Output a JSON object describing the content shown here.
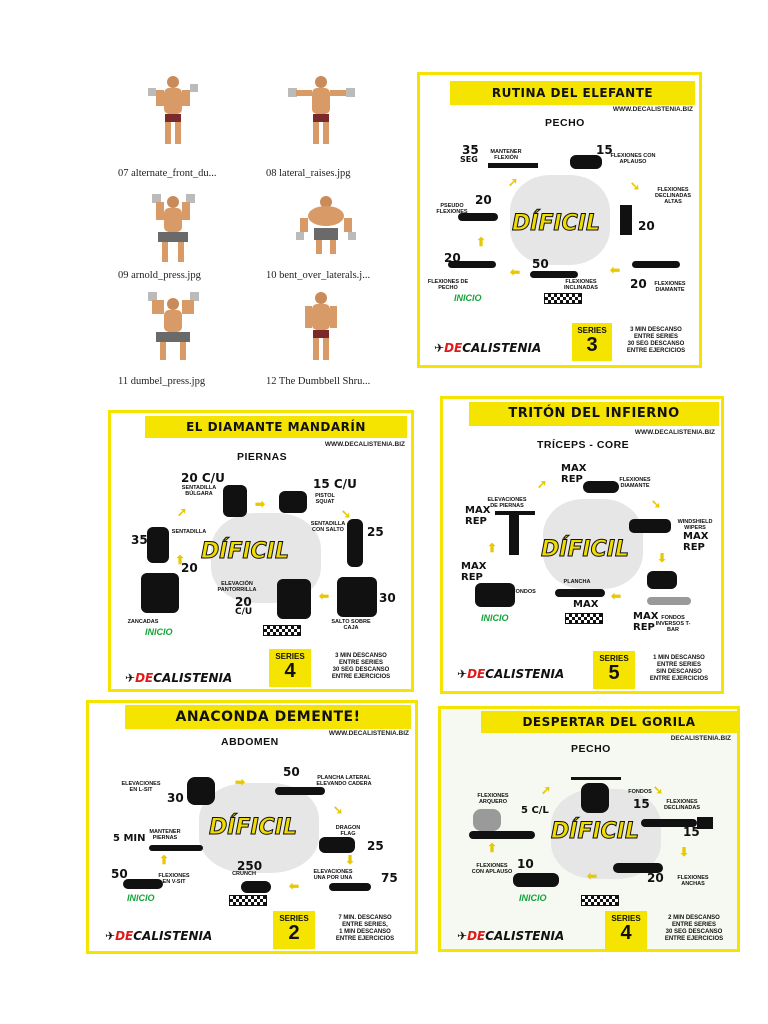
{
  "thumbnails": [
    {
      "caption": "07 alternate_front_du..."
    },
    {
      "caption": "08 lateral_raises.jpg"
    },
    {
      "caption": "09 arnold_press.jpg"
    },
    {
      "caption": "10 bent_over_laterals.j..."
    },
    {
      "caption": "11 dumbel_press.jpg"
    },
    {
      "caption": "12 The Dumbbell Shru..."
    }
  ],
  "common": {
    "difficulty": "DÍFICIL",
    "start": "INICIO",
    "series_label": "SERIES",
    "brand_de": "DE",
    "brand_rest": "CALISTENIA"
  },
  "cards": [
    {
      "title": "RUTINA DEL ELEFANTE",
      "website": "WWW.DECALISTENIA.BIZ",
      "category": "PECHO",
      "series": "3",
      "rest_note": [
        "3 MIN DESCANSO",
        "ENTRE SERIES",
        "30 SEG DESCANSO",
        "ENTRE EJERCICIOS"
      ],
      "numbers": [
        "35",
        "SEG",
        "15",
        "20",
        "20",
        "50",
        "20"
      ],
      "labels": [
        "MANTENER FLEXIÓN",
        "FLEXIONES CON APLAUSO",
        "FLEXIONES DECLINADAS ALTAS",
        "PSEUDO FLEXIONES",
        "FLEXIONES DE PECHO",
        "FLEXIONES INCLINADAS",
        "FLEXIONES DIAMANTE"
      ]
    },
    {
      "title": "EL DIAMANTE MANDARÍN",
      "website": "WWW.DECALISTENIA.BIZ",
      "category": "PIERNAS",
      "series": "4",
      "rest_note": [
        "3 MIN DESCANSO",
        "ENTRE SERIES",
        "30 SEG DESCANSO",
        "ENTRE EJERCICIOS"
      ],
      "numbers": [
        "20 C/U",
        "15 C/U",
        "35",
        "25",
        "20",
        "20",
        "C/U",
        "30"
      ],
      "labels": [
        "SENTADILLA BÚLGARA",
        "PISTOL SQUAT",
        "SENTADILLA",
        "SENTADILLA CON SALTO",
        "ELEVACIÓN PANTORRILLA",
        "ZANCADAS",
        "SALTO SOBRE CAJA"
      ]
    },
    {
      "title": "TRITÓN DEL INFIERNO",
      "website": "WWW.DECALISTENIA.BIZ",
      "category": "TRÍCEPS - CORE",
      "series": "5",
      "rest_note": [
        "1 MIN DESCANSO",
        "ENTRE SERIES",
        "SIN DESCANSO",
        "ENTRE EJERCICIOS"
      ],
      "numbers": [
        "MAX",
        "REP",
        "MAX",
        "REP",
        "MAX",
        "REP",
        "MAX",
        "REP",
        "MAX",
        "MAX",
        "REP"
      ],
      "labels": [
        "ELEVACIONES DE PIERNAS",
        "FLEXIONES DIAMANTE",
        "WINDSHIELD WIPERS",
        "PLANCHA",
        "FONDOS",
        "FONDOS INVERSOS T-BAR"
      ]
    },
    {
      "title": "ANACONDA DEMENTE!",
      "website": "WWW.DECALISTENIA.BIZ",
      "category": "ABDOMEN",
      "series": "2",
      "rest_note": [
        "7 MIN. DESCANSO",
        "ENTRE SERIES,",
        "1 MIN DESCANSO",
        "ENTRE EJERCICIOS"
      ],
      "numbers": [
        "50",
        "30",
        "5 MIN",
        "25",
        "50",
        "250",
        "75"
      ],
      "labels": [
        "ELEVACIONES EN L-SIT",
        "PLANCHA LATERAL ELEVANDO CADERA",
        "MANTENER PIERNAS",
        "DRAGON FLAG",
        "FLEXIONES EN V-SIT",
        "CRUNCH",
        "ELEVACIONES UNA POR UNA"
      ]
    },
    {
      "title": "DESPERTAR DEL GORILA",
      "website": "DECALISTENIA.BIZ",
      "category": "PECHO",
      "series": "4",
      "rest_note": [
        "2 MIN DESCANSO",
        "ENTRE SERIES",
        "30 SEG DESCANSO",
        "ENTRE EJERCICIOS"
      ],
      "numbers": [
        "5 C/L",
        "15",
        "15",
        "10",
        "20"
      ],
      "labels": [
        "FLEXIONES ARQUERO",
        "FONDOS",
        "FLEXIONES DECLINADAS",
        "FLEXIONES CON APLAUSO",
        "FLEXIONES ANCHAS"
      ]
    }
  ]
}
